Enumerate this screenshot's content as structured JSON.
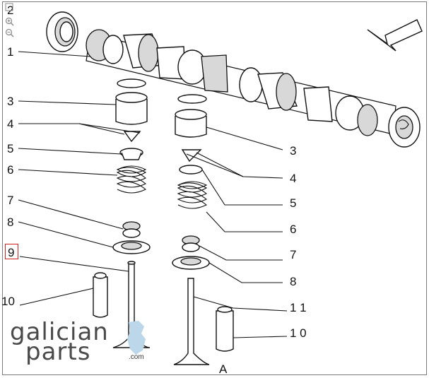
{
  "diagram": {
    "labels_left": [
      "2",
      "1",
      "3",
      "4",
      "5",
      "6",
      "7",
      "8",
      "9",
      "10"
    ],
    "labels_right": [
      "3",
      "4",
      "5",
      "6",
      "7",
      "8",
      "1 1",
      "1 0"
    ],
    "bottom_label": "A",
    "highlighted_label": "9"
  },
  "logo": {
    "line1": "galician",
    "line2": "parts",
    "domain": ".com"
  },
  "toolbar": {
    "zoom_in_icon": "zoom-in-icon",
    "zoom_out_icon": "zoom-out-icon"
  }
}
